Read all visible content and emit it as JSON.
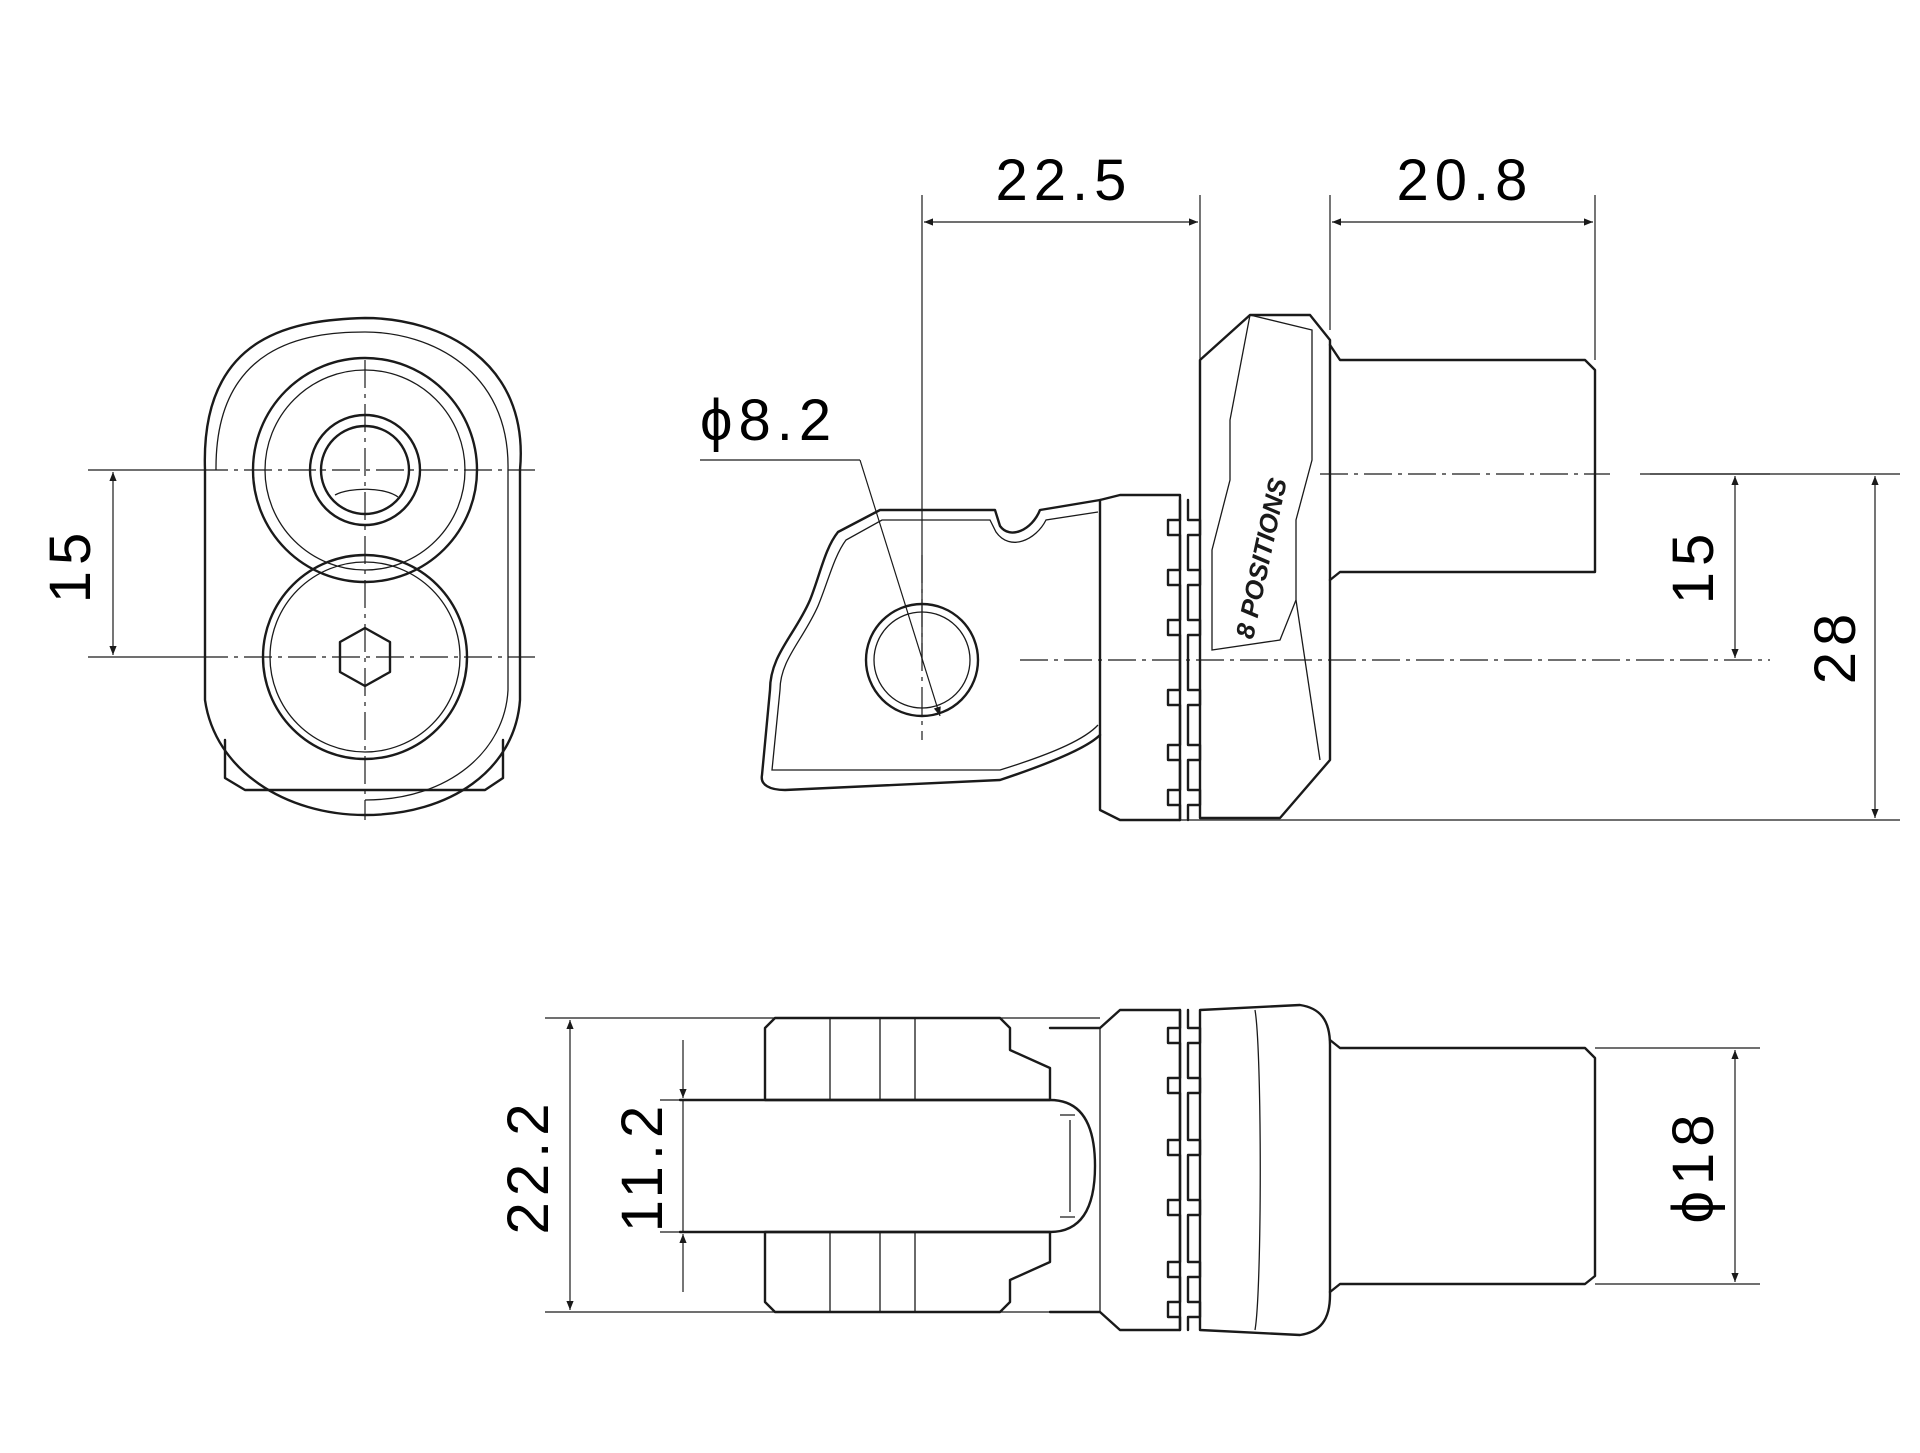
{
  "dimensions": {
    "top_width_left": "22.5",
    "top_width_right": "20.8",
    "hole_diameter": "ϕ8.2",
    "front_center_distance": "15",
    "side_center_distance": "15",
    "side_total_height": "28",
    "bottom_total_width": "22.2",
    "bottom_slot_width": "11.2",
    "shaft_diameter": "ϕ18"
  },
  "embossed_text": "8 POSITIONS"
}
